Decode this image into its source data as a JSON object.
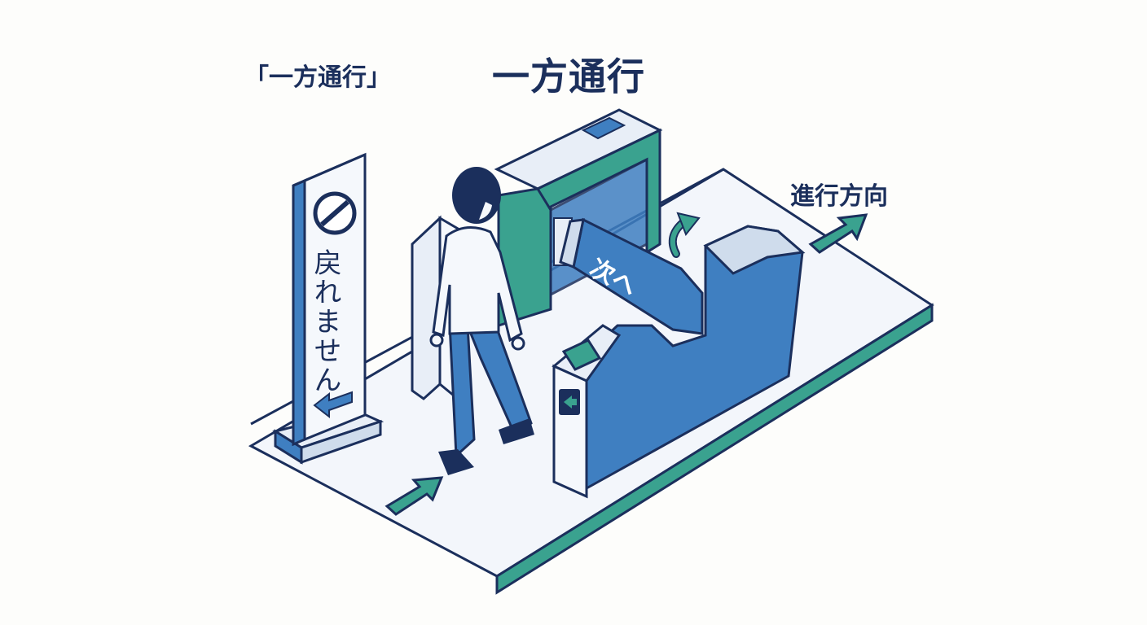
{
  "labels": {
    "corner_title": "「一方通行」",
    "main_title": "一方通行",
    "direction_label": "進行方向",
    "sign_text": "戻れません",
    "gate_panel_text": "次へ"
  },
  "colors": {
    "navy": "#1b2f5c",
    "gate_blue": "#3f7fc1",
    "teal": "#3aa28f",
    "pale_blue": "#e8eef7",
    "floor": "#f3f6fb"
  },
  "icons": [
    "no-entry-icon",
    "left-arrow-icon",
    "right-arrow-icon",
    "u-turn-arrow-icon",
    "card-reader-icon"
  ]
}
